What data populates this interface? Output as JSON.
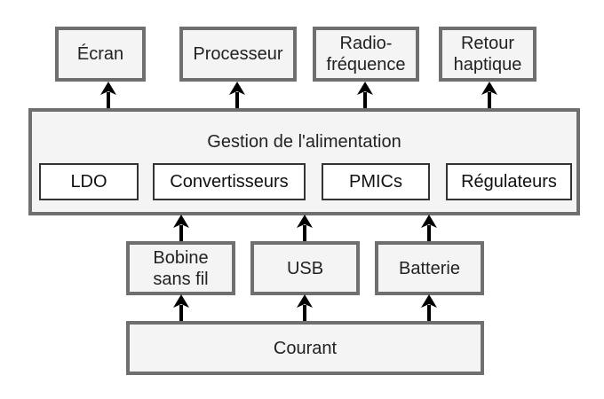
{
  "diagram": {
    "outputs": [
      {
        "id": "ecran",
        "label": "Écran"
      },
      {
        "id": "processeur",
        "label": "Processeur"
      },
      {
        "id": "radiofrequence",
        "label": "Radio-\nfréquence"
      },
      {
        "id": "retour-haptique",
        "label": "Retour\nhaptique"
      }
    ],
    "power_management": {
      "title": "Gestion de l'alimentation",
      "components": [
        {
          "id": "ldo",
          "label": "LDO"
        },
        {
          "id": "convertisseurs",
          "label": "Convertisseurs"
        },
        {
          "id": "pmics",
          "label": "PMICs"
        },
        {
          "id": "regulateurs",
          "label": "Régulateurs"
        }
      ]
    },
    "sources": [
      {
        "id": "bobine-sans-fil",
        "label": "Bobine\nsans fil"
      },
      {
        "id": "usb",
        "label": "USB"
      },
      {
        "id": "batterie",
        "label": "Batterie"
      }
    ],
    "input": {
      "id": "courant",
      "label": "Courant"
    },
    "edges": [
      {
        "from": "courant",
        "to": "bobine-sans-fil"
      },
      {
        "from": "courant",
        "to": "usb"
      },
      {
        "from": "courant",
        "to": "batterie"
      },
      {
        "from": "bobine-sans-fil",
        "to": "gestion-alimentation"
      },
      {
        "from": "usb",
        "to": "gestion-alimentation"
      },
      {
        "from": "batterie",
        "to": "gestion-alimentation"
      },
      {
        "from": "gestion-alimentation",
        "to": "ecran"
      },
      {
        "from": "gestion-alimentation",
        "to": "processeur"
      },
      {
        "from": "gestion-alimentation",
        "to": "radiofrequence"
      },
      {
        "from": "gestion-alimentation",
        "to": "retour-haptique"
      }
    ],
    "colors": {
      "box_fill": "#f4f4f4",
      "box_border": "#6f6f6f",
      "inner_fill": "#ffffff",
      "inner_border": "#333333",
      "arrow": "#000000"
    }
  }
}
